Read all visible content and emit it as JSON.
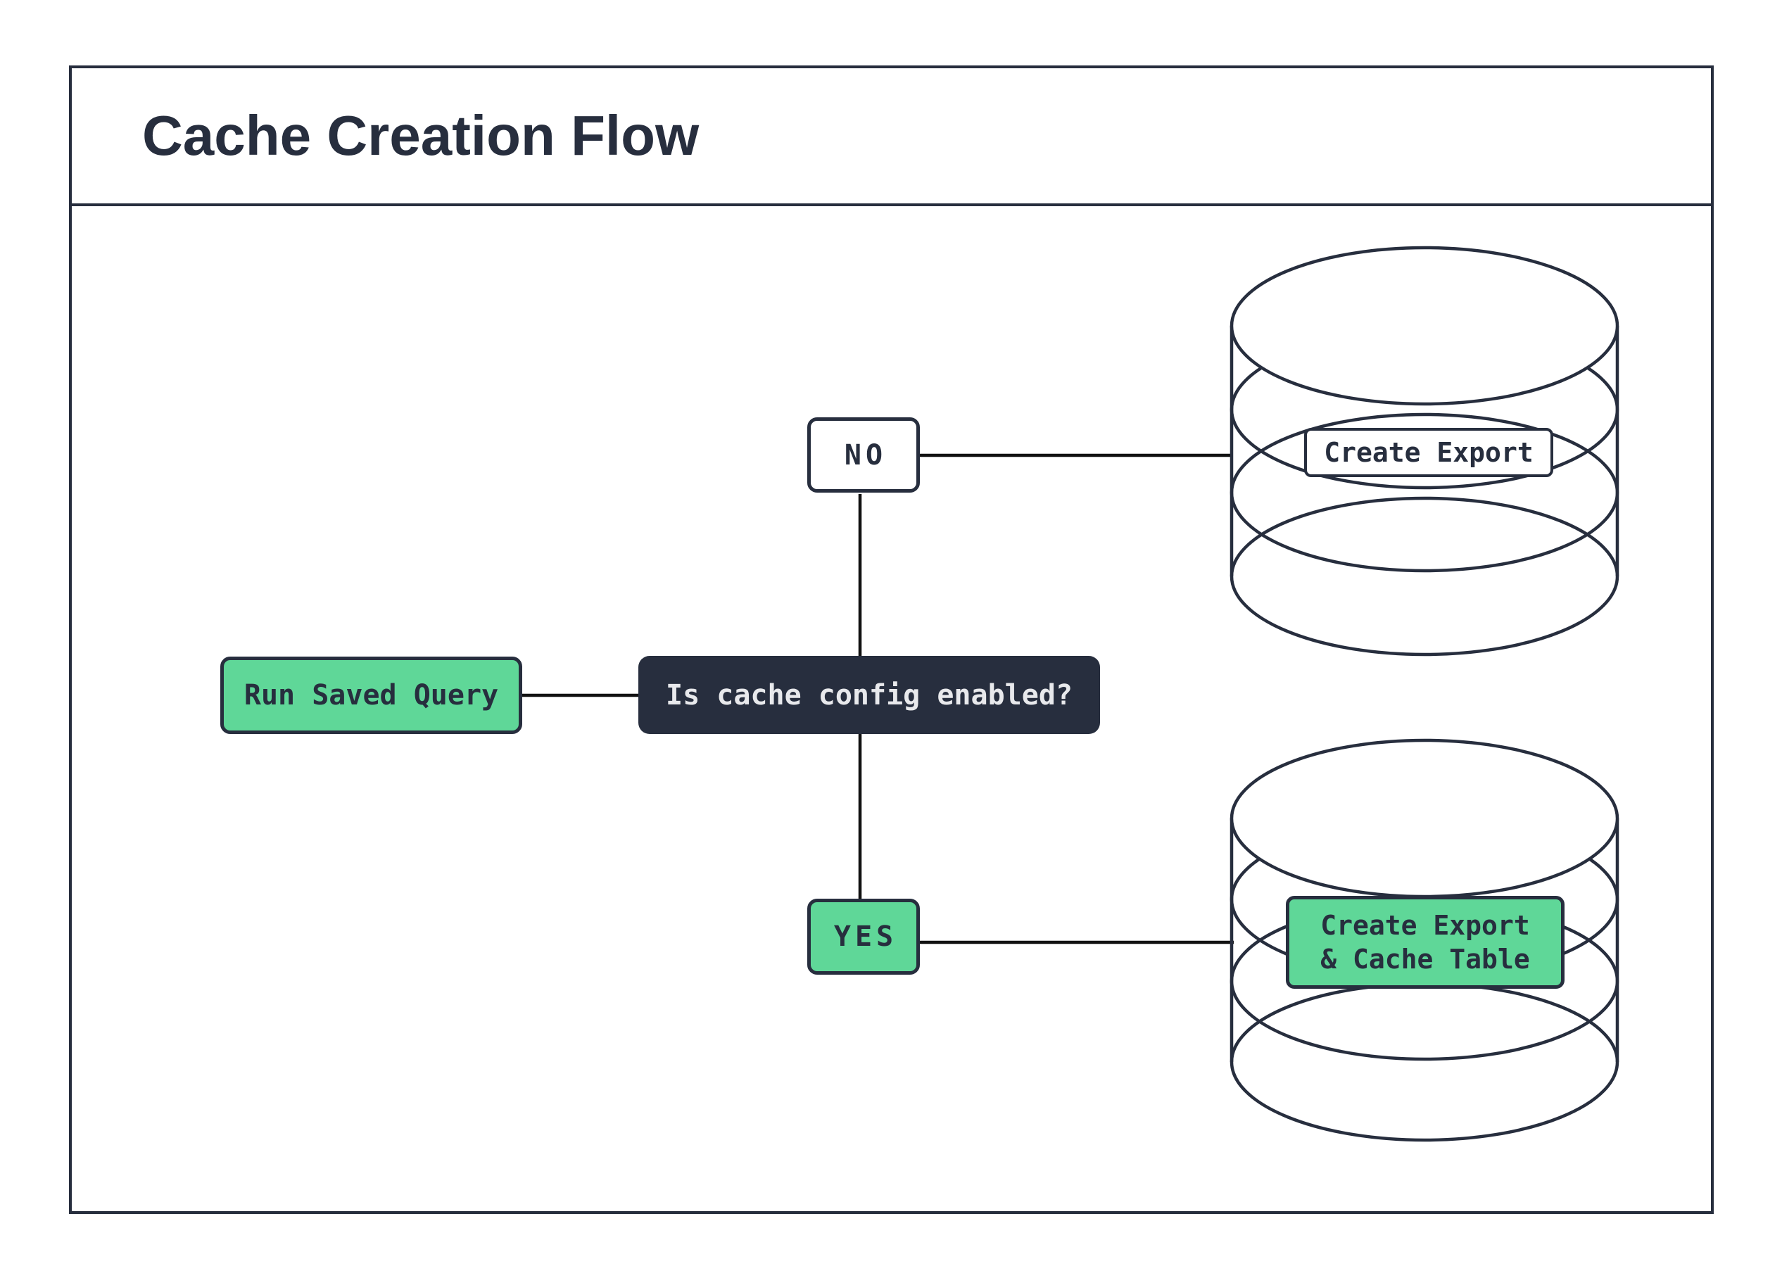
{
  "header": {
    "title": "Cache Creation Flow"
  },
  "nodes": {
    "run_saved_query": {
      "label": "Run Saved Query"
    },
    "decision": {
      "label": "Is cache config enabled?"
    },
    "no_branch": {
      "label": "NO"
    },
    "yes_branch": {
      "label": "YES"
    },
    "export_db": {
      "label": "Create Export"
    },
    "export_cache_db": {
      "label": "Create Export\n& Cache Table"
    }
  },
  "colors": {
    "navy": "#272e3e",
    "green": "#5fd798",
    "connector_black": "#111111",
    "light_text_on_dark": "#e8e9ec",
    "background": "#ffffff"
  },
  "icons": {
    "top_database": "database-cylinder",
    "bottom_database": "database-cylinder"
  }
}
